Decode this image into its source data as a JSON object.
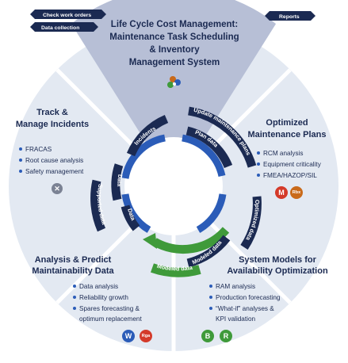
{
  "center": {
    "title_lines": [
      "Life Cycle Cost Management:",
      "Maintenance Task Scheduling",
      "& Inventory",
      "Management System"
    ],
    "left_tags": [
      "Check work orders",
      "Data collection"
    ],
    "right_tag": "Reports"
  },
  "segments": {
    "track": {
      "title_lines": [
        "Track &",
        "Manage Incidents"
      ],
      "bullets": [
        "FRACAS",
        "Root cause analysis",
        "Safety management"
      ]
    },
    "plans": {
      "title_lines": [
        "Optimized",
        "Maintenance Plans"
      ],
      "bullets": [
        "RCM analysis",
        "Equipment criticality",
        "FMEA/HAZOP/SIL"
      ],
      "badges": [
        "M",
        "Rbx"
      ]
    },
    "models": {
      "title_lines": [
        "System Models for",
        "Availability Optimization"
      ],
      "bullets": [
        "RAM analysis",
        "Production forecasting",
        "“What-if” analyses &",
        "KPI validation"
      ],
      "badges": [
        "B",
        "R"
      ]
    },
    "analysis": {
      "title_lines": [
        "Analysis & Predict",
        "Maintainability Data"
      ],
      "bullets": [
        "Data analysis",
        "Reliability growth",
        "Spares forecasting &",
        "optimum replacement"
      ],
      "badges": [
        "W",
        "Rga"
      ]
    }
  },
  "arrows": {
    "incidents": "Incidents",
    "update_plans": "Update maintenance plans",
    "plan_data": "Plan data",
    "optimized_data": "Optimized data",
    "modeled_data_inner": "Modeled data",
    "modeled_data_outer": "Modeled data",
    "supported_data": "Supported data",
    "data_1": "Data",
    "data_2": "Data"
  },
  "colors": {
    "ring": "#dfe6f0",
    "top_segment": "#b7bfd6",
    "navy": "#1b2a52",
    "blue": "#2b5cb8",
    "green": "#3f9a3a",
    "red": "#d43a2a",
    "orange": "#c96a1a"
  }
}
